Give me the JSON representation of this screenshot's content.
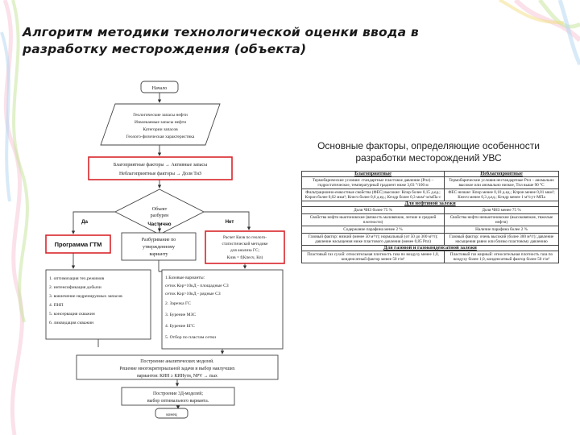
{
  "title": "Алгоритм методики технологической оценки ввода в разработку месторождения (объекта)",
  "side_caption": "Основные факторы, определяющие особенности разработки месторождений УВС",
  "flowchart": {
    "start": "Начало",
    "input_lines": [
      "Геологические запасы нефти",
      "Извлекаемые запасы нефти",
      "Категории запасов",
      "Геолого-физическая характеристика"
    ],
    "factors_lines": [
      "Благоприятные факторы → Активные запасы",
      "Неблагоприятные факторы → Доля ТиЗ"
    ],
    "decision_lines": [
      "Объект",
      "разбурен"
    ],
    "branch_yes": "Да",
    "branch_partial": "Частично",
    "branch_no": "Нет",
    "gtm_program": "Программа ГТМ",
    "drill_lines": [
      "Разбуривание по",
      "утвержденному",
      "варианту"
    ],
    "calc_lines": [
      "Расчет Кизв по геолого-",
      "статистической методике",
      "для анализа ГС;",
      "Кизв = f(Кпесч, Кп)"
    ],
    "measures": [
      "1. оптимизация тех.режимов",
      "2. интенсификация добычи",
      "3. вовлечение недренируемых запасов",
      "4. ПНП",
      "5. консервация скважин",
      "6. ликвидация скважин"
    ],
    "options": [
      "1.Базовые варианты:",
      "сеток Кор=10кД - площадные СЗ",
      "сеток Кор>10кД - рядные СЗ",
      "2. Зарезка ГС",
      "3. Бурение МЗС",
      "4. Бурение БГС",
      "5. Отбор по пластам сетки"
    ],
    "models_lines": [
      "Построение аналитических моделей.",
      "Решение многокритериальной задачи и выбор наилучших",
      "вариантов: КИН ≥ КИНутв, NPV → max"
    ],
    "model3d_lines": [
      "Построение 3Д-моделей;",
      "выбор оптимального варианта."
    ],
    "end": "конец"
  },
  "factors_table": {
    "headers": [
      "Благоприятные",
      "Неблагоприятные"
    ],
    "rows": [
      [
        "Термобарические условия: стандартные пластовое давление (Рпл) – гидростатическое, температурный градиент ниже 3,03 °/100 м",
        "Термобарические условия нестандартные Рпл – аномально высокое или аномально низкое, Тпл выше 90 °С"
      ],
      [
        "Фильтрационно-емкостные свойства (ФЕС) высокие: Кпор более 0,15 д.ед.; Кпрон более 0,02 мкм²; Кпесч более 0,6 д.ед.; Кгидр более 0,3 мкм²·м/мПа·с",
        "ФЕС низкие: Кпор менее 0,10 д.ед.; Кпрон менее 0,01 мкм²; Кпесч менее 0,3 д.ед.; Кгидр менее 1 м³/сут·МПа"
      ]
    ],
    "oil_section": "Для нефтяной залежи",
    "oil_rows": [
      [
        "Доля ЧНЗ более 75 %",
        "Доля ЧНЗ менее 75 %"
      ],
      [
        "Свойства нефти ньютоновские (вязкость маловязкие, легкие и средней плотности)",
        "Свойства нефти неньютоновские (высоковязкие, тяжелые нефти)"
      ],
      [
        "Содержание парафина менее 2 %",
        "Наличие парафина более 2 %"
      ],
      [
        "Газовый фактор: низкий (менее 50 м³/т); нормальный (от 50 до 300 м³/т); давление насыщения ниже пластового давления (менее 0,85 Рпл)",
        "Газовый фактор: очень высокий (более 300 м³/т); давление насыщения равно или близко пластовому давлению"
      ]
    ],
    "gas_section": "Для газовой и газоконденсатной залежи",
    "gas_rows": [
      [
        "Пластовый газ сухой: относительная плотность газа по воздуху менее 1,0, конденсатный фактор менее 50 г/м³",
        "Пластовый газ жирный: относительная плотность газа по воздуху более 1,0, конденсатный фактор более 50 г/м³"
      ]
    ]
  }
}
